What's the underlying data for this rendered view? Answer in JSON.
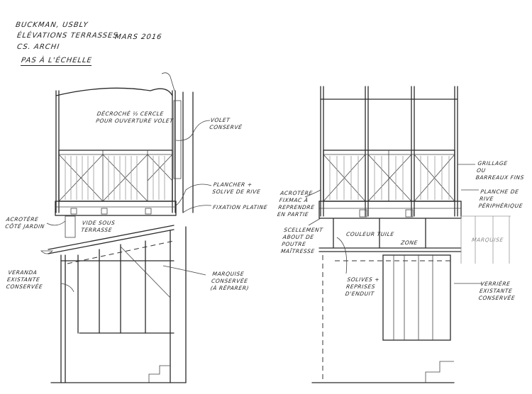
{
  "header": {
    "line1": "BUCKMAN, USBLY",
    "line2": "ÉLÉVATIONS TERRASSES",
    "date": "MARS 2016",
    "author": "CS. ARCHI",
    "scale_note": "PAS À L'ÉCHELLE"
  },
  "left_elevation": {
    "notes": {
      "cutout": "DÉCROCHÉ ½ CERCLE\nPOUR OUVERTURE VOLET",
      "shutter": "VOLET\nCONSERVÉ",
      "floor": "PLANCHER +\nSOLIVE DE RIVE",
      "fixing": "FIXATION PLATINE",
      "parapet": "ACROTÈRE\nCÔTÉ JARDIN",
      "void": "VIDE SOUS\nTERRASSE",
      "veranda": "VERANDA\nEXISTANTE\nCONSERVÉE",
      "canopy": "MARQUISE\nCONSERVÉE\n(À RÉPARER)"
    }
  },
  "right_elevation": {
    "notes": {
      "parapet": "ACROTÈRE\nFIXMAC À\nREPRENDRE\nEN PARTIE",
      "sealing": "SCELLEMENT\nABOUT DE\nPOUTRE\nMAÎTRESSE",
      "colour": "COULEUR TUILE",
      "zone": "ZONE",
      "joists": "SOLIVES +\nREPRISES\nD'ENDUIT",
      "mesh": "GRILLAGE\nOU\nBARREAUX FINS",
      "edge_board": "PLANCHE DE\nRIVE\nPÉRIPHÉRIQUE",
      "canopy": "MARQUISE",
      "glasshouse": "VERRIÈRE\nEXISTANTE\nCONSERVÉE"
    }
  }
}
